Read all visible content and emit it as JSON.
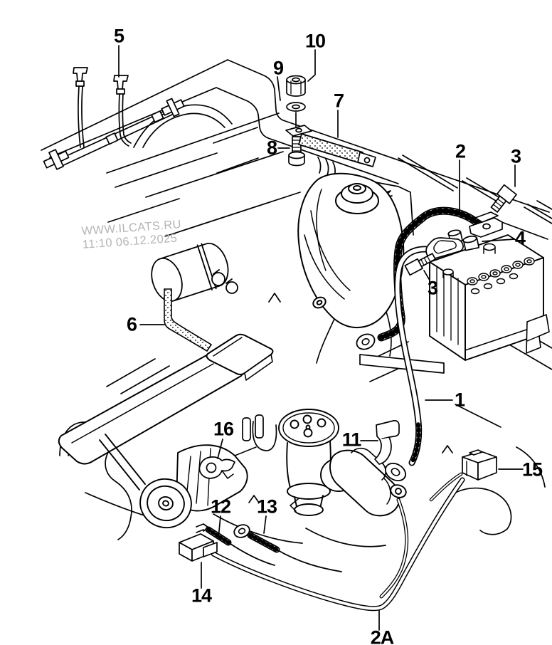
{
  "watermark": {
    "line1": "WWW.ILCATS.RU",
    "line2": "11:10 06.12.2025"
  },
  "callouts": [
    {
      "label": "5"
    },
    {
      "label": "10"
    },
    {
      "label": "9"
    },
    {
      "label": "7"
    },
    {
      "label": "8"
    },
    {
      "label": "2"
    },
    {
      "label": "3"
    },
    {
      "label": "4"
    },
    {
      "label": "3"
    },
    {
      "label": "6"
    },
    {
      "label": "1"
    },
    {
      "label": "16"
    },
    {
      "label": "11"
    },
    {
      "label": "15"
    },
    {
      "label": "12"
    },
    {
      "label": "13"
    },
    {
      "label": "14"
    },
    {
      "label": "2A"
    }
  ],
  "colors": {
    "line": "#000000",
    "background": "#ffffff",
    "watermark": "#b5b5b5"
  }
}
